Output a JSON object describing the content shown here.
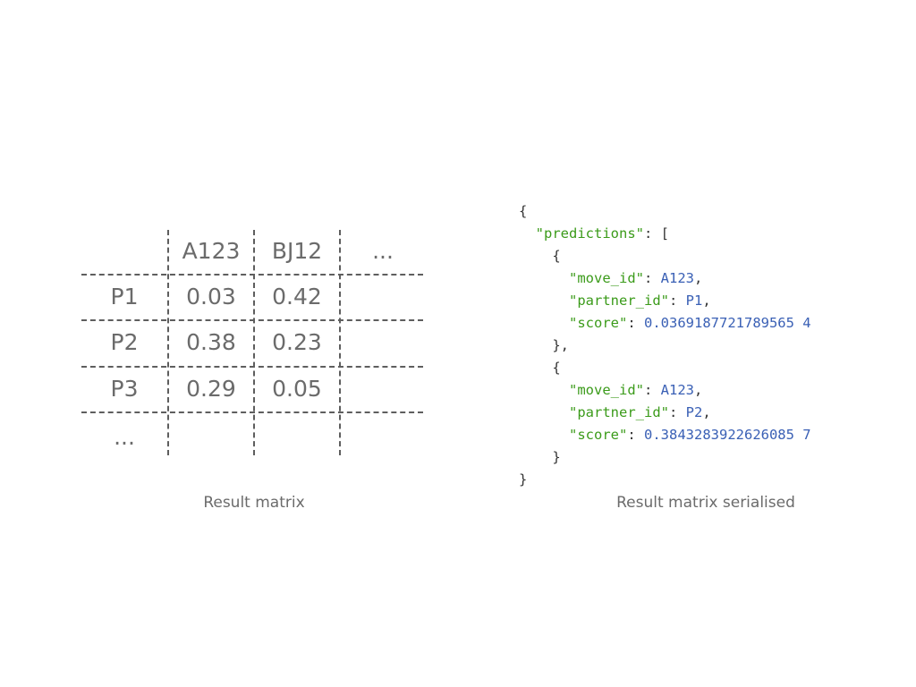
{
  "matrix": {
    "columns": [
      "A123",
      "BJ12",
      "..."
    ],
    "rows": [
      {
        "label": "P1",
        "values": [
          "0.03",
          "0.42"
        ]
      },
      {
        "label": "P2",
        "values": [
          "0.38",
          "0.23"
        ]
      },
      {
        "label": "P3",
        "values": [
          "0.29",
          "0.05"
        ]
      },
      {
        "label": "...",
        "values": [
          "",
          ""
        ]
      }
    ],
    "caption": "Result matrix"
  },
  "serialised": {
    "caption": "Result matrix serialised",
    "open_brace": "{",
    "predictions_key": "\"predictions\"",
    "colon_bracket": ": [",
    "items": [
      {
        "open": "{",
        "move_key": "\"move_id\"",
        "move_val": "A123",
        "partner_key": "\"partner_id\"",
        "partner_val": "P1",
        "score_key": "\"score\"",
        "score_val": "0.0369187721789565 4",
        "close": "},"
      },
      {
        "open": "{",
        "move_key": "\"move_id\"",
        "move_val": "A123",
        "partner_key": "\"partner_id\"",
        "partner_val": "P2",
        "score_key": "\"score\"",
        "score_val": "0.3843283922626085 7",
        "close": "}"
      }
    ],
    "close_brace": "}"
  }
}
